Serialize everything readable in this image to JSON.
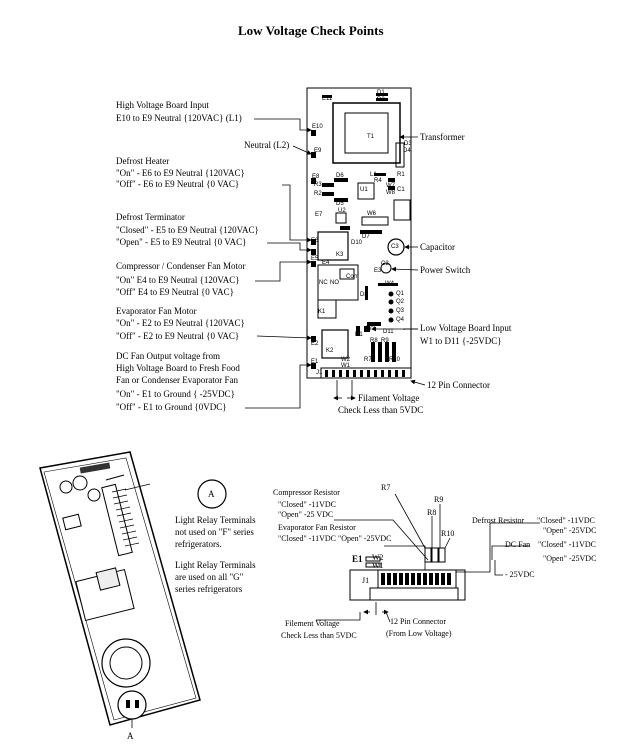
{
  "title": "Low Voltage Check Points",
  "left_labels": {
    "hv_input_title": "High Voltage Board Input",
    "hv_input_line": "E10 to E9  Neutral {120VAC} (L1)",
    "neutral": "Neutral (L2)",
    "defrost_heater_title": "Defrost Heater",
    "defrost_heater_on": "\"On\" - E6 to E9  Neutral {120VAC}",
    "defrost_heater_off": "\"Off\" - E6 to E9  Neutral {0 VAC}",
    "defrost_term_title": "Defrost Terminator",
    "defrost_term_closed": "\"Closed\" - E5 to E9  Neutral {120VAC}",
    "defrost_term_open": "\"Open\" - E5 to E9  Neutral {0 VAC}",
    "compressor_title": "Compressor / Condenser Fan Motor",
    "compressor_on": "\"On\" E4 to E9 Neutral {120VAC}",
    "compressor_off": "\"Off\" E4 to E9 Neutral {0 VAC}",
    "evap_title": "Evaporator Fan Motor",
    "evap_on": "\"On\" - E2 to E9  Neutral {120VAC}",
    "evap_off": "\"Off\" - E2 to E9  Neutral {0 VAC}",
    "dcfan_l1": "DC Fan Output voltage from",
    "dcfan_l2": "High Voltage Board to Fresh Food",
    "dcfan_l3": "Fan or Condenser Evaporator Fan",
    "dcfan_on": "\"On\" - E1 to Ground { -25VDC}",
    "dcfan_off": "\"Off\" - E1 to Ground {0VDC}"
  },
  "right_labels": {
    "transformer": "Transformer",
    "capacitor": "Capacitor",
    "power_switch": "Power Switch",
    "lv_input_title": "Low Voltage Board Input",
    "lv_input_line": "W1 to D11 {-25VDC}",
    "connector": "12 Pin Connector",
    "filament_l1": "Filament  Voltage",
    "filament_l2": "Check Less than 5VDC"
  },
  "board_components": {
    "e11": "E11",
    "d1": "D1",
    "d2": "D2",
    "t1": "T1",
    "e10": "E10",
    "e9": "E9",
    "d3": "D3",
    "d4": "D4",
    "r1": "R1",
    "c1": "C1",
    "l1": "L1",
    "r4": "R4",
    "w7": "W7",
    "w8": "W8",
    "e8": "E8",
    "d6": "D6",
    "r3": "R3",
    "r2": "R2",
    "u1": "U1",
    "d5": "D5",
    "e7": "E7",
    "u2": "U2",
    "w6": "W6",
    "d7": "D7",
    "e6": "E6",
    "e5": "E5",
    "d10": "D10",
    "k3": "K3",
    "c3": "C3",
    "e4": "E4",
    "c2": "C2",
    "e3": "E3",
    "com": "Com",
    "nc": "NC",
    "no": "NO",
    "w4": "W4",
    "d8": "D8",
    "q1": "Q1",
    "q2": "Q2",
    "q3": "Q3",
    "q4": "Q4",
    "k1": "K1",
    "w3": "W3",
    "d11": "D11",
    "d1b": "D1",
    "r8": "R8",
    "r9": "R9",
    "e2": "E2",
    "k2": "K2",
    "r7": "R7",
    "r10": "R10",
    "w2": "W2",
    "w1": "W1",
    "e1": "E1",
    "j1": "J1"
  },
  "lower": {
    "callout_letter": "A",
    "bottom_letter": "A",
    "light_relay_1_l1": "Light Relay Terminals",
    "light_relay_1_l2": "not used on \"F\" series",
    "light_relay_1_l3": "refrigerators.",
    "light_relay_2_l1": "Light Relay Terminals",
    "light_relay_2_l2": "are used on all \"G\"",
    "light_relay_2_l3": "series refrigerators",
    "comp_res_title": "Compressor Resistor",
    "comp_res_closed": "\"Closed\"  -11VDC",
    "comp_res_open": "\"Open\"  -25 VDC",
    "evap_res_title": "Evaporator Fan Resistor",
    "evap_res_vals": "\"Closed\" -11VDC \"Open\" -25VDC",
    "defrost_res_title": "Defrost Resistor",
    "defrost_res_closed": "\"Closed\"  -11VDC",
    "defrost_res_open": "\"Open\"  -25VDC",
    "dcfan_title": "DC Fan",
    "dcfan_closed": "\"Closed\"  -11VDC",
    "dcfan_open": "\"Open\"  -25VDC",
    "minus25": "- 25VDC",
    "r7": "R7",
    "r8": "R8",
    "r9": "R9",
    "r10": "R10",
    "e1": "E1",
    "w2": "W2",
    "w1": "W1",
    "j1": "J1",
    "filament_l1": "Filement Voltage",
    "filament_l2": "Check Less than 5VDC",
    "connector_l1": "12 Pin Connector",
    "connector_l2": "(From Low Voltage)"
  }
}
